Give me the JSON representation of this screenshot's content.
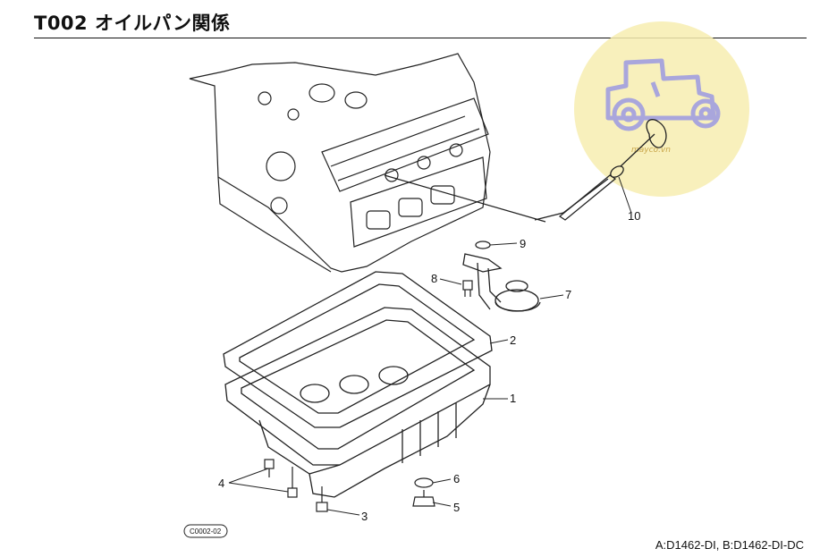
{
  "header": {
    "title": "T002 オイルパン関係"
  },
  "footer": {
    "models": "A:D1462-DI, B:D1462-DI-DC"
  },
  "reference_code": "C0002-02",
  "watermark": {
    "text": "mayco.vn",
    "icon": "tractor-logo-icon",
    "color": "#f6e9a3"
  },
  "callouts": [
    {
      "id": "1",
      "label": "1"
    },
    {
      "id": "2",
      "label": "2"
    },
    {
      "id": "3",
      "label": "3"
    },
    {
      "id": "4",
      "label": "4"
    },
    {
      "id": "5",
      "label": "5"
    },
    {
      "id": "6",
      "label": "6"
    },
    {
      "id": "7",
      "label": "7"
    },
    {
      "id": "8",
      "label": "8"
    },
    {
      "id": "9",
      "label": "9"
    },
    {
      "id": "10",
      "label": "10"
    }
  ]
}
